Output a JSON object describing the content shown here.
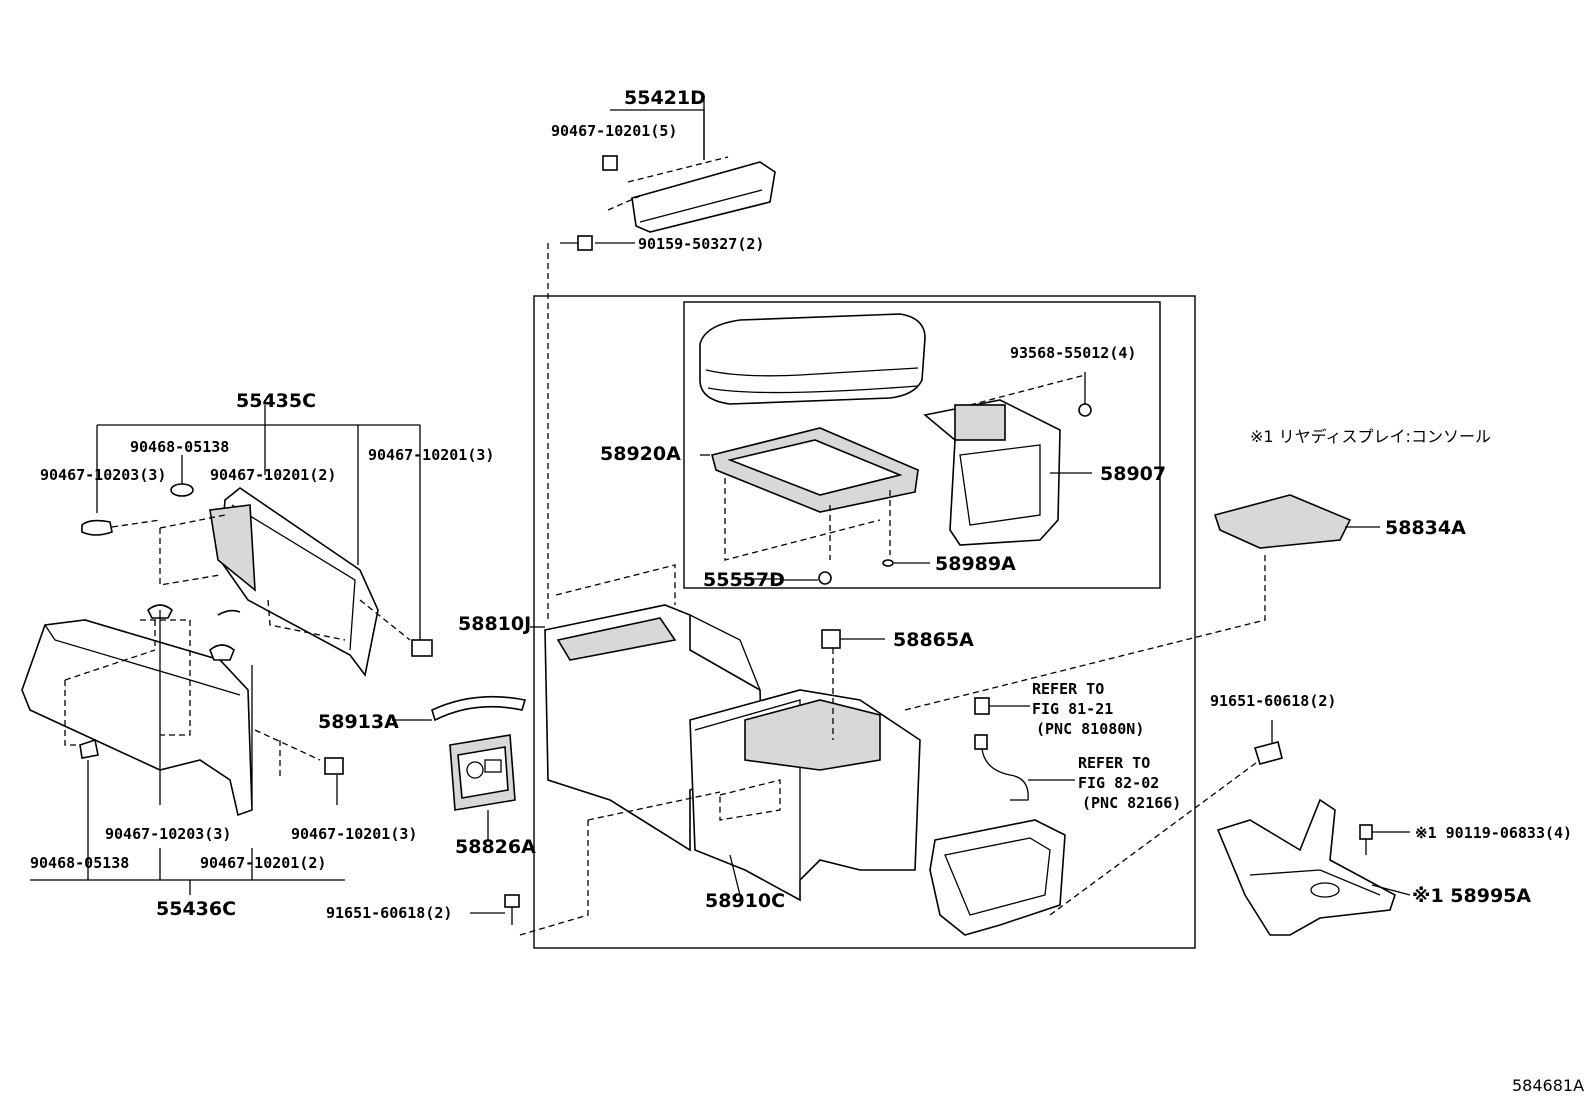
{
  "note": "※1 リヤディスプレイ:コンソール",
  "figure_id": "584681A",
  "labels": {
    "p55421D": "55421D",
    "p90467_10201_5": "90467-10201(5)",
    "p90159_50327_2": "90159-50327(2)",
    "p93568_55012_4": "93568-55012(4)",
    "p55435C": "55435C",
    "p90468_05138_top": "90468-05138",
    "p90467_10203_3_top": "90467-10203(3)",
    "p90467_10201_2_top": "90467-10201(2)",
    "p90467_10201_3_top": "90467-10201(3)",
    "p58920A": "58920A",
    "p58907": "58907",
    "p55557D": "55557D",
    "p58989A": "58989A",
    "p58834A": "58834A",
    "p58810J": "58810J",
    "p58865A": "58865A",
    "p58913A": "58913A",
    "p58826A": "58826A",
    "p58910C": "58910C",
    "p90467_10203_3_bot": "90467-10203(3)",
    "p90467_10201_3_bot": "90467-10201(3)",
    "p90468_05138_bot": "90468-05138",
    "p90467_10201_2_bot": "90467-10201(2)",
    "p55436C": "55436C",
    "p91651_60618_2_left": "91651-60618(2)",
    "p91651_60618_2_right": "91651-60618(2)",
    "p90119_06833_4": "※1 90119-06833(4)",
    "p58995A": "※1 58995A"
  },
  "refs": {
    "ref1_line1": "REFER TO",
    "ref1_line2": "FIG 81-21",
    "ref1_line3": "(PNC 81080N)",
    "ref2_line1": "REFER TO",
    "ref2_line2": "FIG 82-02",
    "ref2_line3": "(PNC 82166)"
  }
}
